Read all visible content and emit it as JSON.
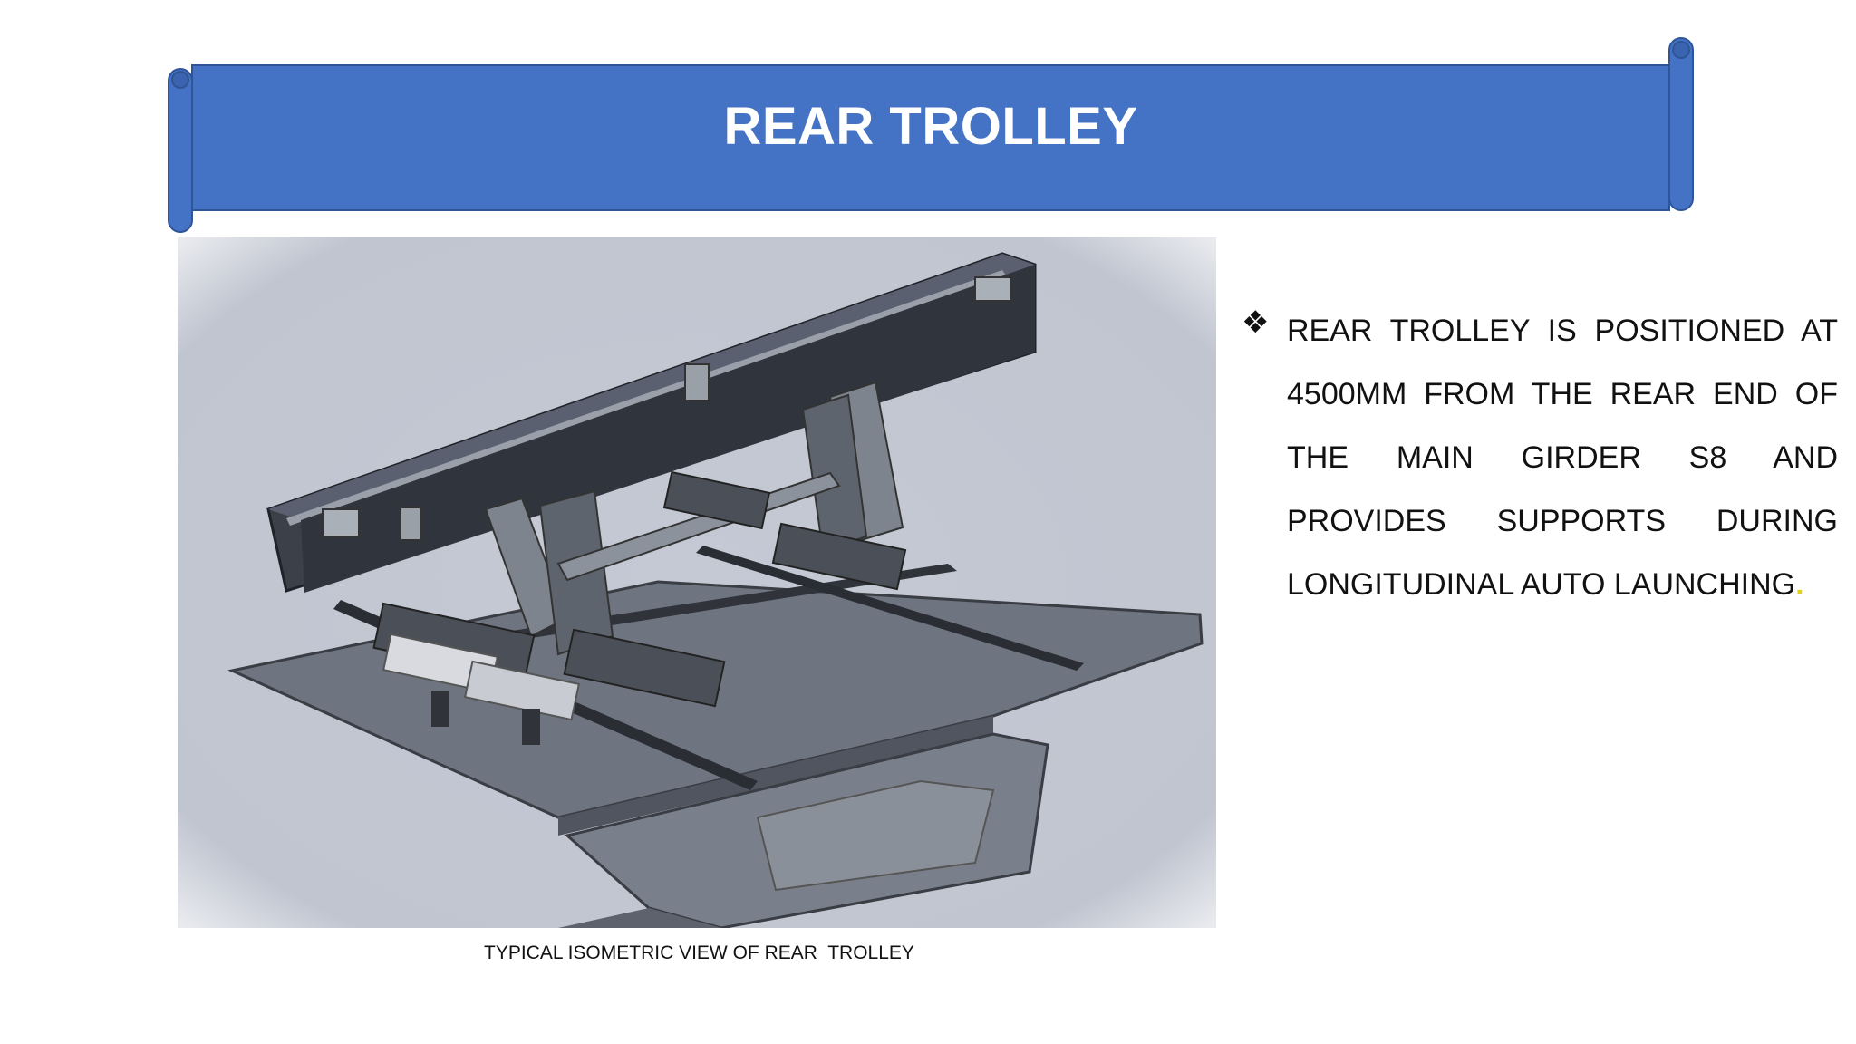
{
  "banner": {
    "title": "REAR TROLLEY",
    "fill_color": "#4472c4",
    "edge_color": "#2f5597"
  },
  "figure": {
    "description_icon": "isometric-trolley-drawing",
    "caption": "TYPICAL ISOMETRIC VIEW OF REAR  TROLLEY"
  },
  "bullet": {
    "symbol": "❖",
    "text": "REAR TROLLEY IS POSITIONED AT 4500MM  FROM THE REAR END OF THE MAIN GIRDER S8  AND PROVIDES SUPPORTS DURING LONGITUDINAL AUTO LAUNCHING",
    "trailing_mark": "."
  }
}
